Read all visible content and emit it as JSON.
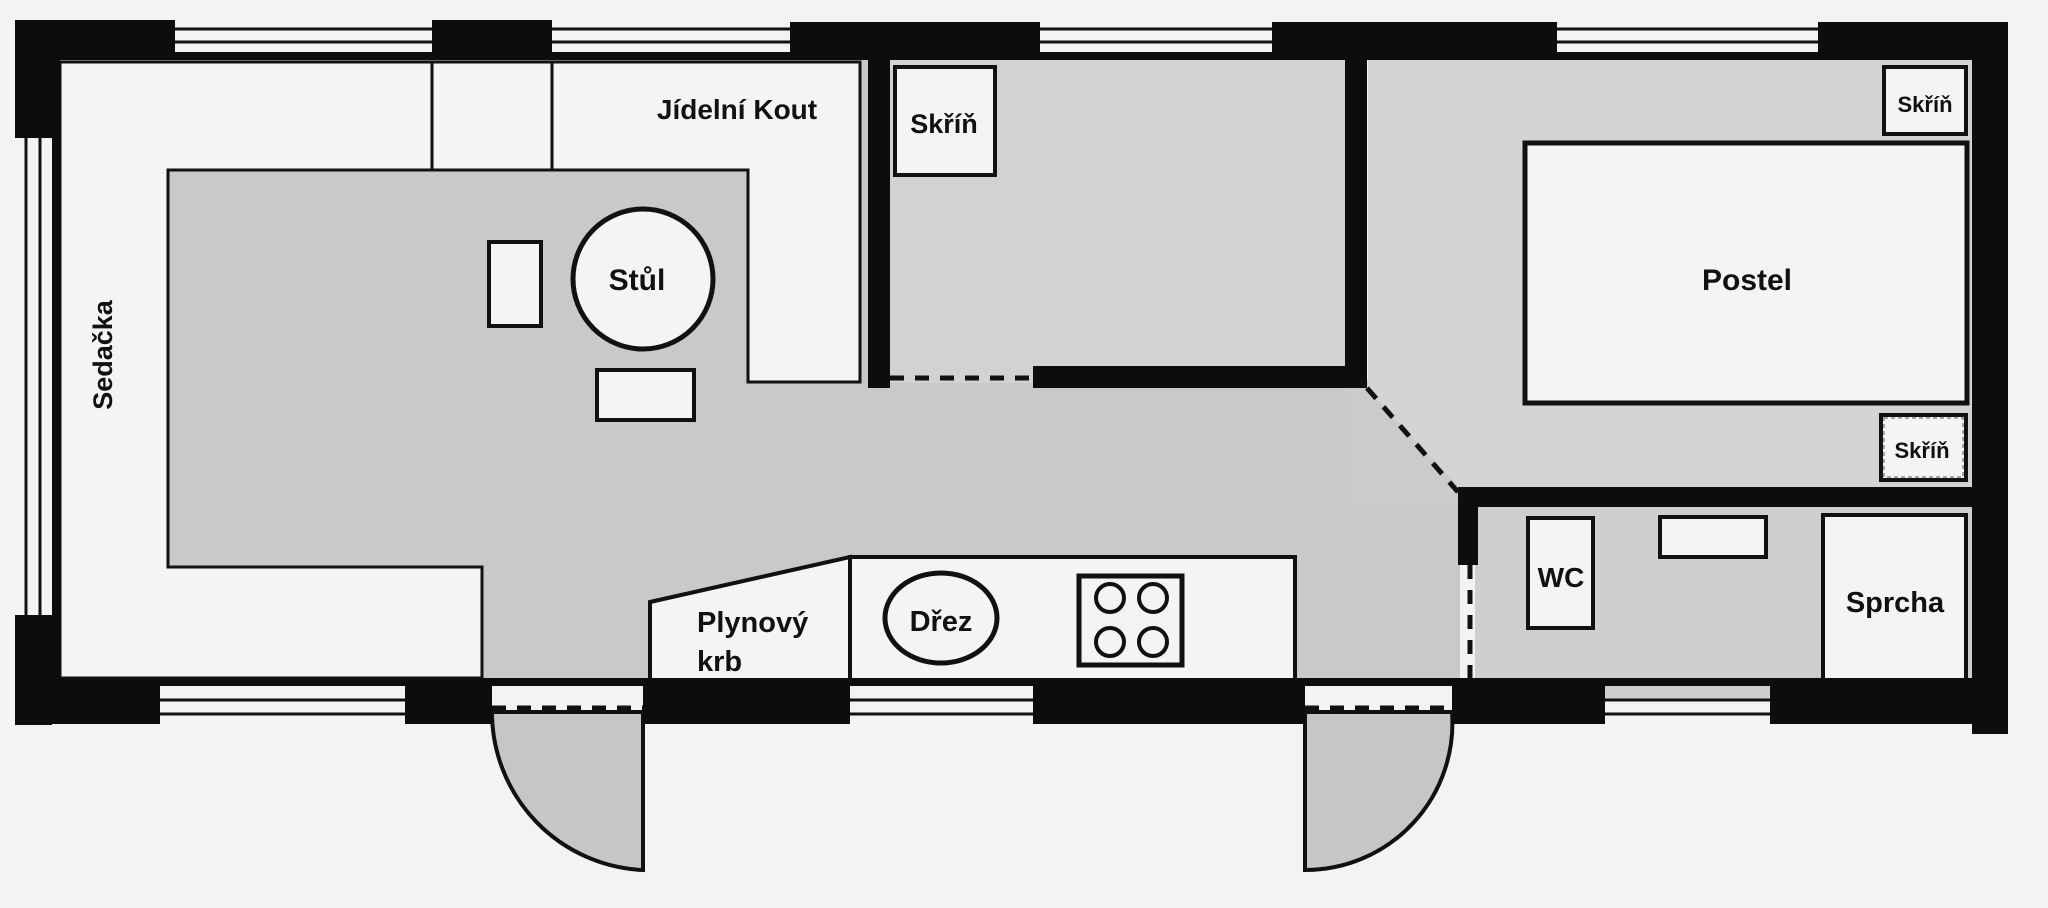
{
  "labels": {
    "sedacka": "Sedačka",
    "jidelni_kout": "Jídelní Kout",
    "stul": "Stůl",
    "skrin_hall": "Skříň",
    "skrin_top": "Skříň",
    "skrin_bottom": "Skříň",
    "postel": "Postel",
    "wc": "WC",
    "sprcha": "Sprcha",
    "plynovy_krb_line1": "Plynový",
    "plynovy_krb_line2": "krb",
    "drez": "Dřez"
  },
  "colors": {
    "wall": "#0d0d0d",
    "floor_main": "#c9c9c7",
    "floor_hall": "#d2d2d0",
    "floor_bedroom": "#d4d4d2",
    "furniture": "#f4f4f2",
    "background": "#f3f3f1"
  }
}
